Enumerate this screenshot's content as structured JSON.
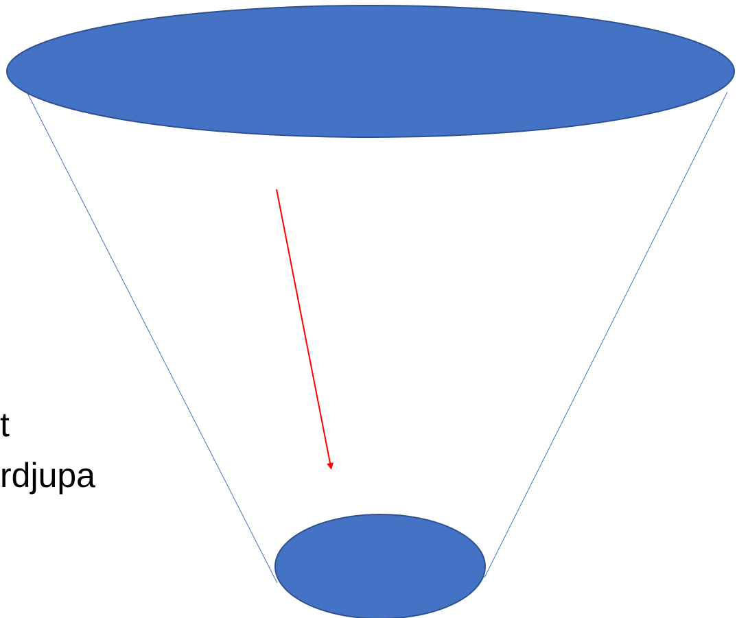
{
  "diagram": {
    "colors": {
      "ellipse_fill": "#4472C4",
      "ellipse_stroke": "#2F528F",
      "funnel_side": "#4472C4",
      "arrow": "#FF0000",
      "text": "#000000"
    },
    "shapes": {
      "top_ellipse": "ellipse",
      "bottom_ellipse": "ellipse",
      "funnel_sides": "line",
      "arrow": "arrow-down"
    },
    "text_lines": [
      "t",
      "rdjupa"
    ]
  }
}
